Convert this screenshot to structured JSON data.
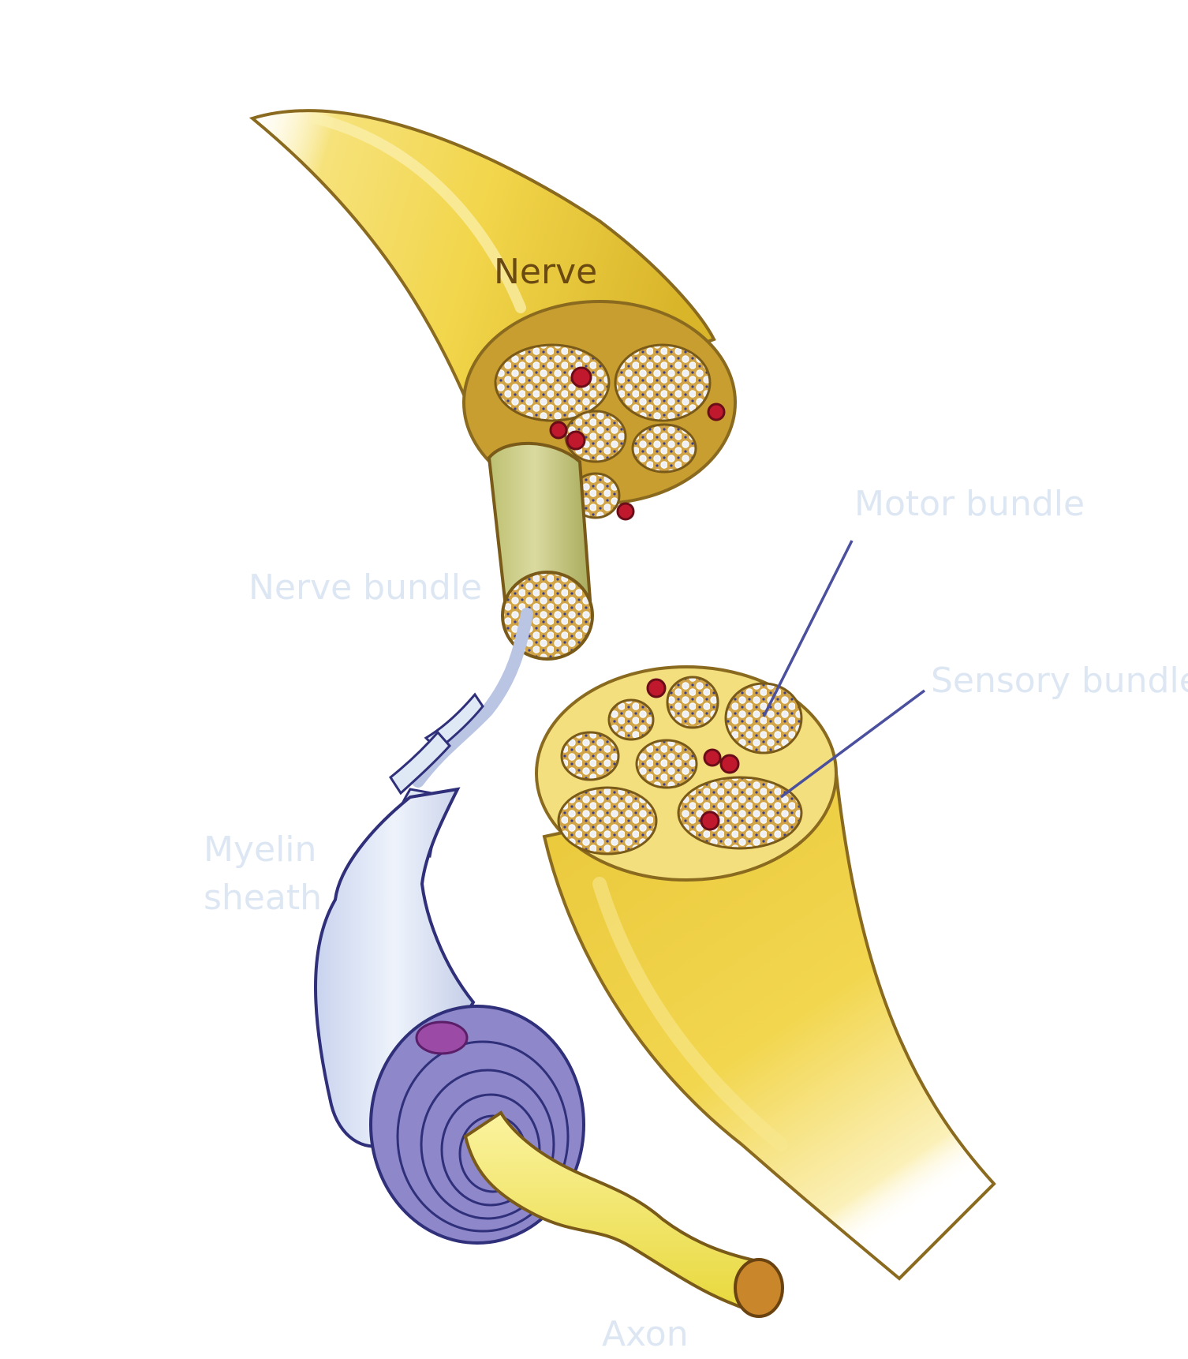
{
  "labels": {
    "nerve": "Nerve",
    "nerve_bundle": "Nerve bundle",
    "motor_bundle": "Motor bundle",
    "sensory_bundle": "Sensory bundle",
    "myelin_line1": "Myelin",
    "myelin_line2": "sheath",
    "axon": "Axon"
  },
  "colors": {
    "nerve_outline": "#8a6a1e",
    "nerve_fill": "#f0cf3a",
    "myelin": "#dfe9f6",
    "myelin_rings": "#8e88cb",
    "axon": "#f3e66a",
    "blood_vessel": "#c0192d",
    "label_pale": "#dde7f3",
    "label_dark": "#6b4a12"
  }
}
